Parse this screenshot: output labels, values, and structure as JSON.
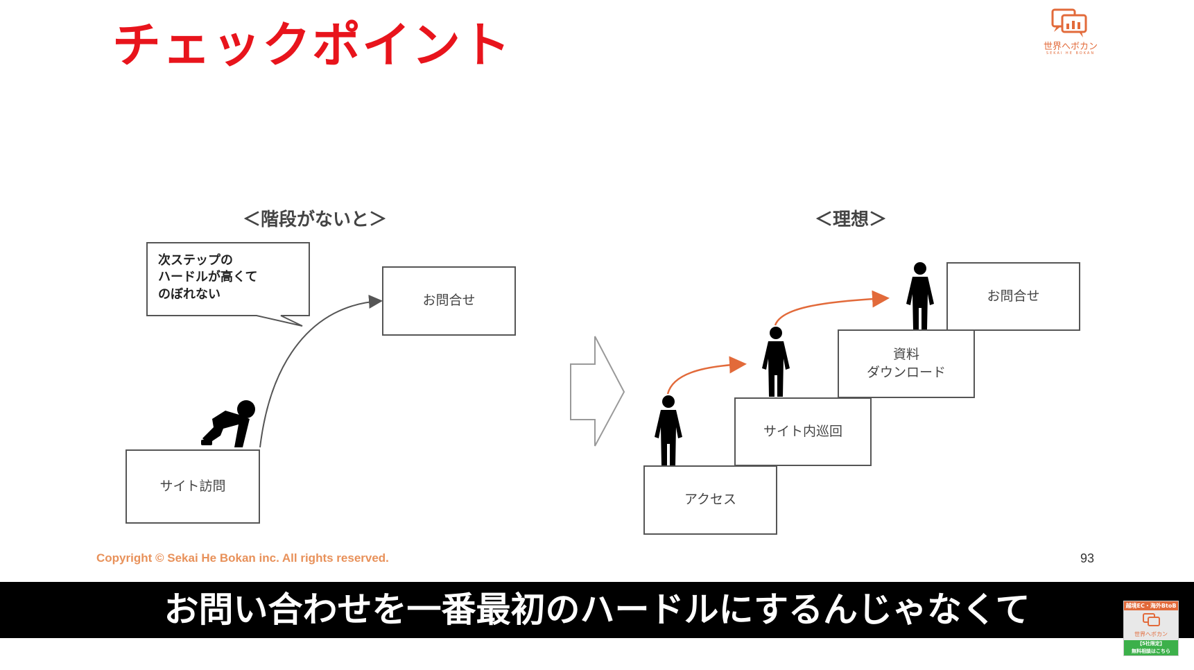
{
  "slide": {
    "title": "チェックポイント",
    "logo": {
      "name": "世界へボカン",
      "sub": "SEKAI HE BOKAN"
    },
    "left_heading": "＜階段がないと＞",
    "right_heading": "＜理想＞",
    "bubble_text": "次ステップの\nハードルが高くて\nのぼれない",
    "left_boxes": {
      "start": "サイト訪問",
      "goal": "お問合せ"
    },
    "right_steps": {
      "step1": "アクセス",
      "step2": "サイト内巡回",
      "step3": "資料\nダウンロード",
      "step4": "お問合せ"
    },
    "copyright": "Copyright © Sekai He Bokan inc. All rights reserved.",
    "page_number": "93"
  },
  "subtitle": "お問い合わせを一番最初のハードルにするんじゃなくて",
  "badge": {
    "top": "越境EC・海外BtoB",
    "name": "世界へボカン",
    "bottom_line1": "【5社限定】",
    "bottom_line2": "無料相談はこちら"
  },
  "colors": {
    "title": "#e8141c",
    "accent": "#e26a3a",
    "copyright": "#e8915a",
    "subtitle_bg": "#000000"
  }
}
